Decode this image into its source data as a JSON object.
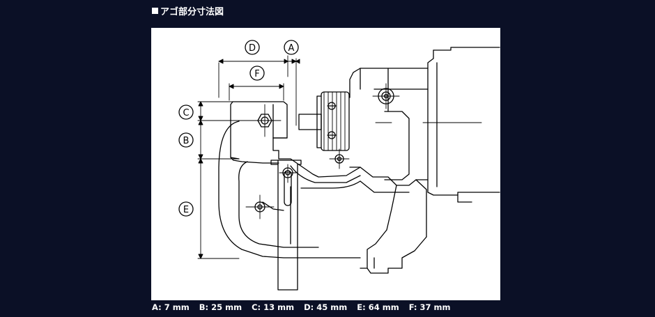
{
  "title": "アゴ部分寸法図",
  "colors": {
    "background": "#0b1026",
    "panel": "#ffffff",
    "line": "#000000",
    "text": "#ffffff"
  },
  "callouts": {
    "A": "A",
    "B": "B",
    "C": "C",
    "D": "D",
    "E": "E",
    "F": "F"
  },
  "dimensions": [
    {
      "key": "A",
      "label": "A:",
      "value": "7 mm"
    },
    {
      "key": "B",
      "label": "B:",
      "value": "25 mm"
    },
    {
      "key": "C",
      "label": "C:",
      "value": "13 mm"
    },
    {
      "key": "D",
      "label": "D:",
      "value": "45 mm"
    },
    {
      "key": "E",
      "label": "E:",
      "value": "64 mm"
    },
    {
      "key": "F",
      "label": "F:",
      "value": "37 mm"
    }
  ]
}
